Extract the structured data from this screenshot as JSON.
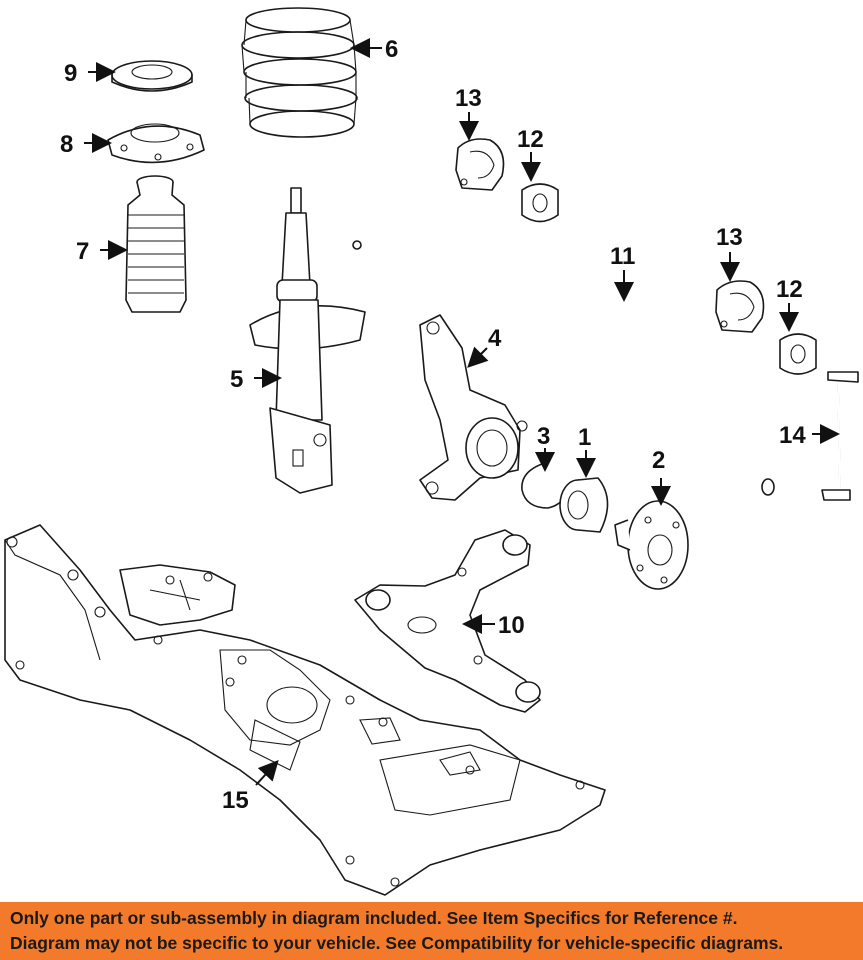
{
  "callouts": {
    "c1": "1",
    "c2": "2",
    "c3": "3",
    "c4": "4",
    "c5": "5",
    "c6": "6",
    "c7": "7",
    "c8": "8",
    "c9": "9",
    "c10": "10",
    "c11": "11",
    "c12a": "12",
    "c12b": "12",
    "c13a": "13",
    "c13b": "13",
    "c14": "14",
    "c15": "15"
  },
  "banner": {
    "line1": "Only one part or sub-assembly in diagram included. See Item Specifics for Reference #.",
    "line2": "Diagram may not be specific to your vehicle. See Compatibility for vehicle-specific diagrams."
  },
  "colors": {
    "banner_bg": "#f37a2a",
    "line": "#1a1a1a"
  }
}
